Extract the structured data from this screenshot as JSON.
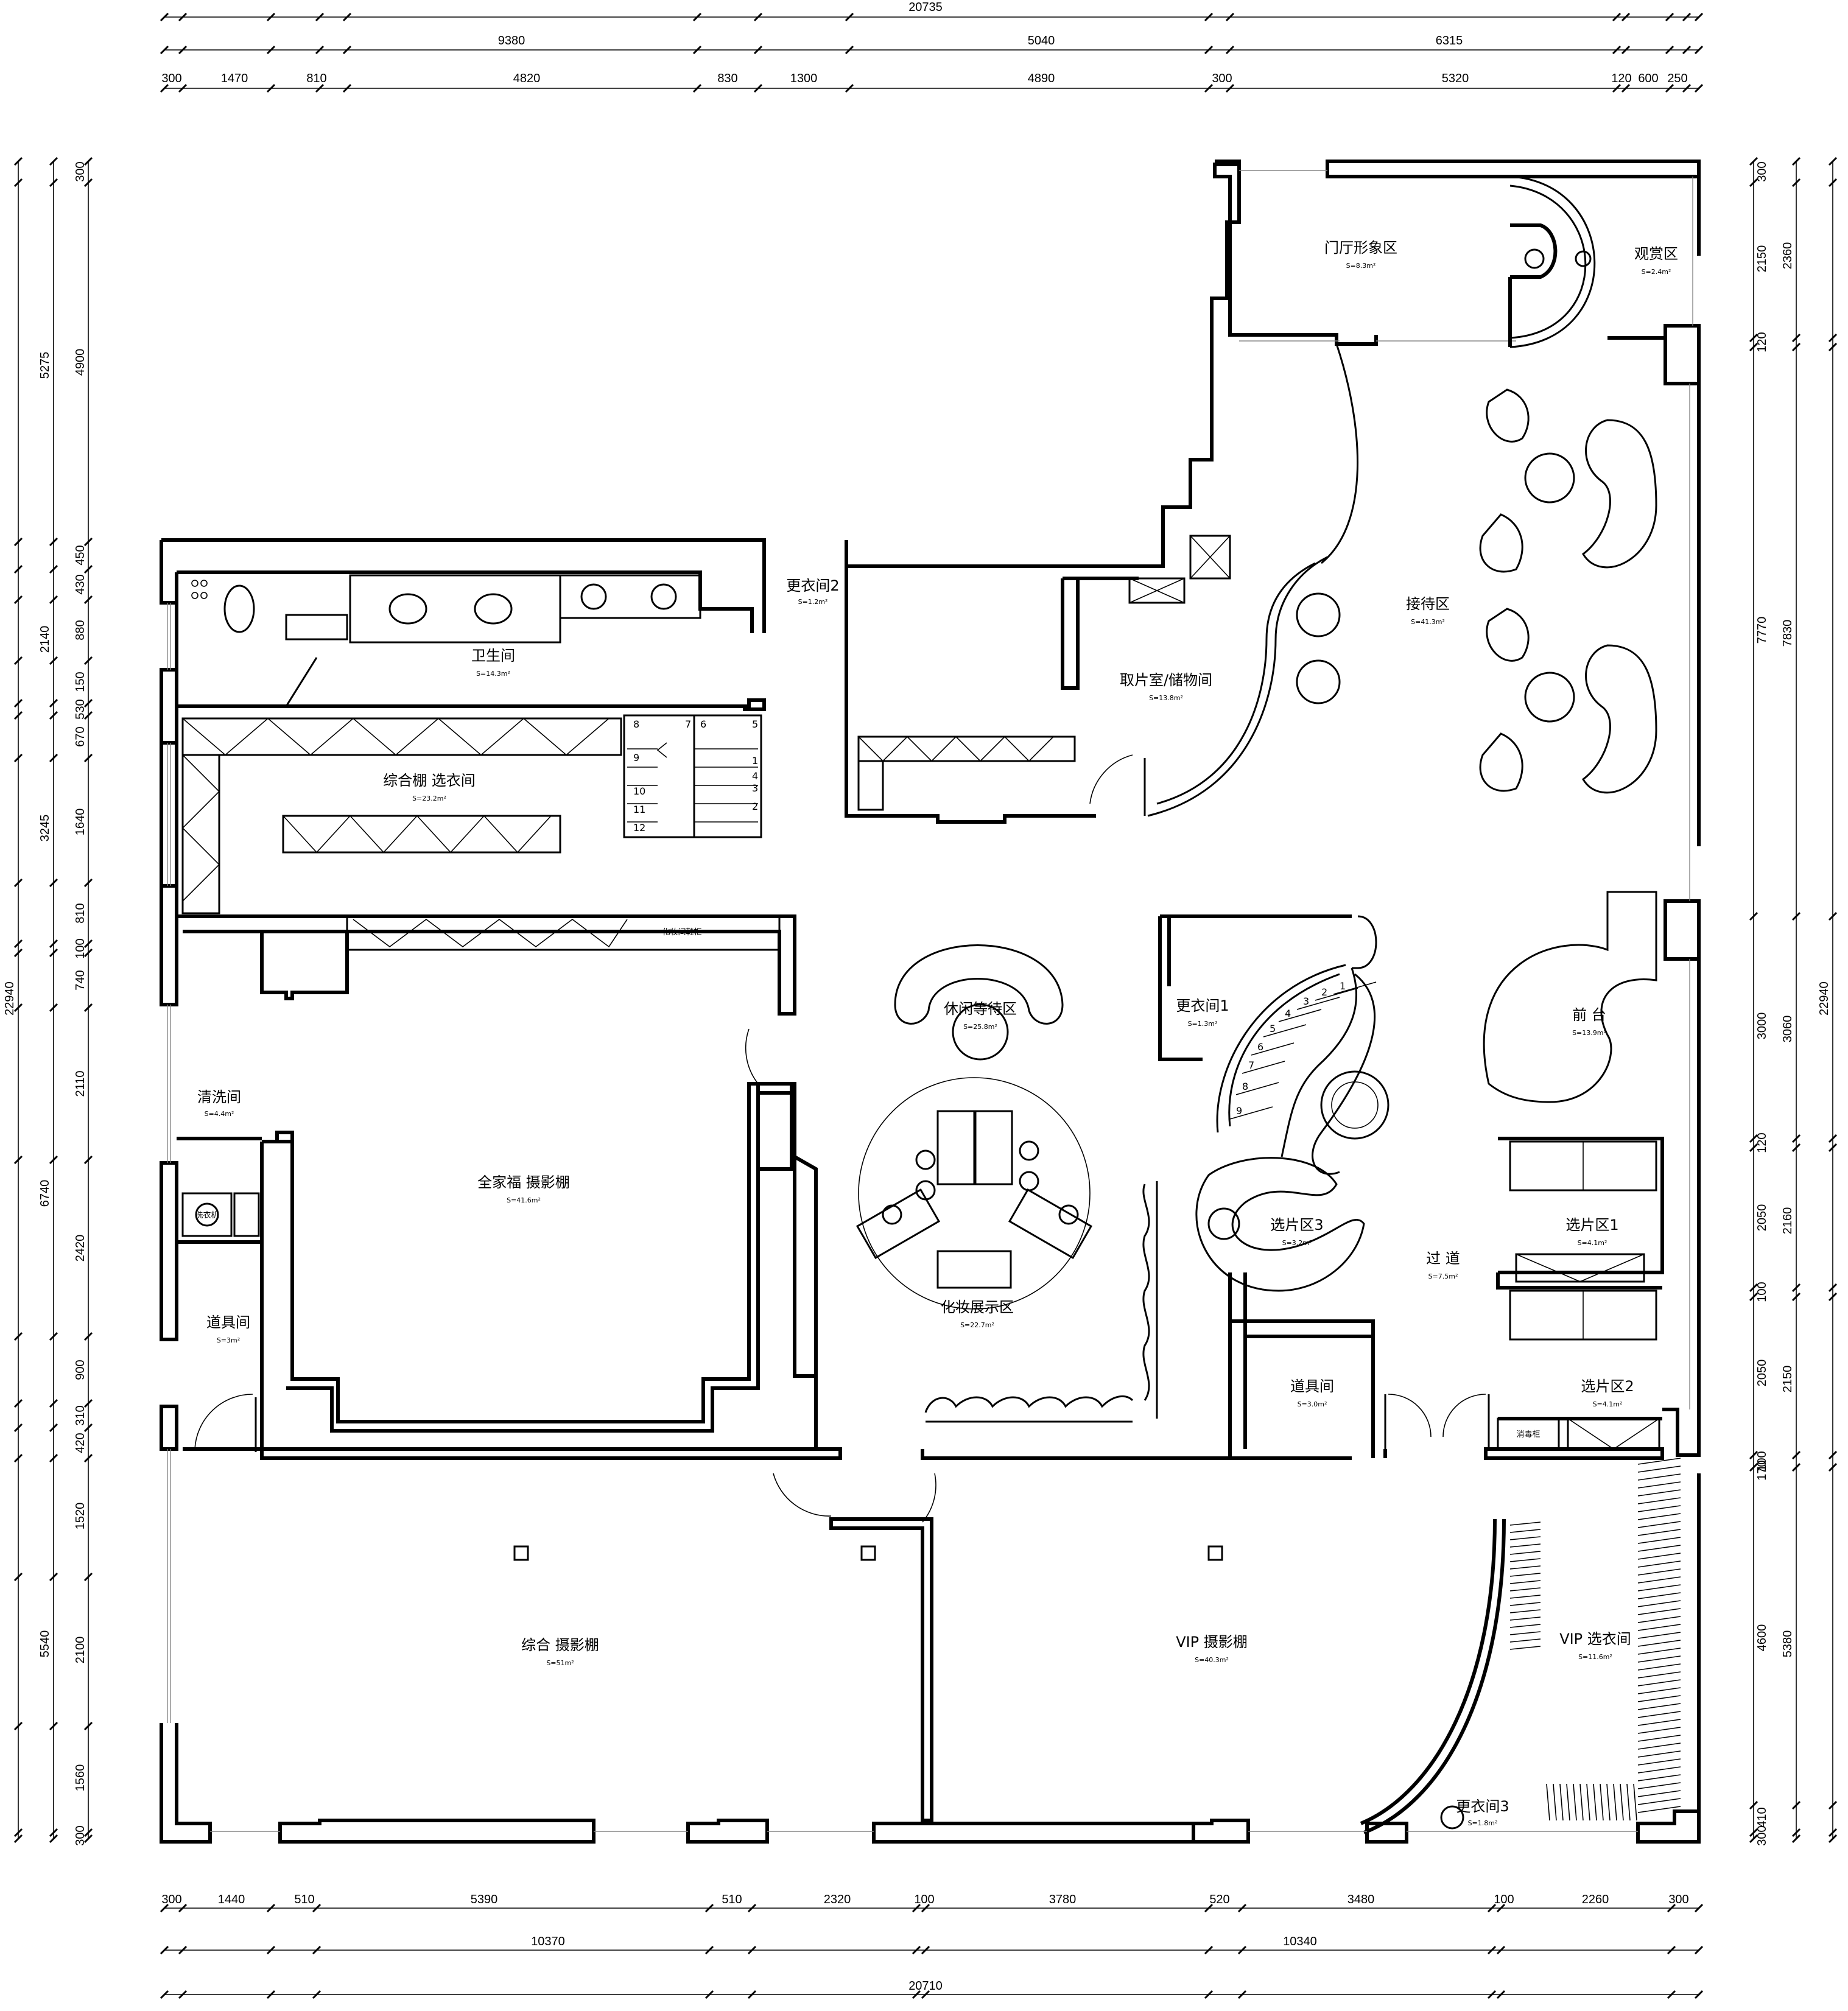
{
  "dimensions": {
    "top_total": "20735",
    "top_major": [
      "9380",
      "5040",
      "6315"
    ],
    "top_minor": [
      "300",
      "1470",
      "810",
      "4820",
      "830",
      "1300",
      "4890",
      "300",
      "5320",
      "120",
      "600",
      "250"
    ],
    "bottom_total": "20710",
    "bottom_major": [
      "10370",
      "10340"
    ],
    "bottom_minor": [
      "300",
      "1440",
      "510",
      "5390",
      "510",
      "2320",
      "100",
      "3780",
      "520",
      "3480",
      "100",
      "2260",
      "300"
    ],
    "left_total": "22940",
    "left_major": [
      "5275",
      "3245",
      "6740",
      "5540"
    ],
    "left_minor": [
      "300",
      "4900",
      "450",
      "430",
      "880",
      "150",
      "530",
      "670",
      "1640",
      "810",
      "100",
      "740",
      "2110",
      "2420",
      "900",
      "310",
      "420",
      "1520",
      "2100",
      "1560",
      "300"
    ],
    "left_extra": [
      "2140"
    ],
    "right_total": "22940",
    "right_major": [
      "2360",
      "7830",
      "3060",
      "2160",
      "2150",
      "5380"
    ],
    "right_minor": [
      "300",
      "2150",
      "120",
      "7770",
      "3000",
      "120",
      "2050",
      "100",
      "2050",
      "100",
      "170",
      "4600",
      "410",
      "300"
    ]
  },
  "rooms": [
    {
      "name": "门厅形象区",
      "area": "S=8.3m²"
    },
    {
      "name": "观赏区",
      "area": "S=2.4m²"
    },
    {
      "name": "接待区",
      "area": "S=41.3m²"
    },
    {
      "name": "更衣间2",
      "area": "S=1.2m²"
    },
    {
      "name": "卫生间",
      "area": "S=14.3m²"
    },
    {
      "name": "取片室/储物间",
      "area": "S=13.8m²"
    },
    {
      "name": "综合棚 选衣间",
      "area": "S=23.2m²"
    },
    {
      "name": "休闲等待区",
      "area": "S=25.8m²"
    },
    {
      "name": "更衣间1",
      "area": "S=1.3m²"
    },
    {
      "name": "前 台",
      "area": "S=13.9m²"
    },
    {
      "name": "清洗间",
      "area": "S=4.4m²"
    },
    {
      "name": "全家福 摄影棚",
      "area": "S=41.6m²"
    },
    {
      "name": "化妆展示区",
      "area": "S=22.7m²"
    },
    {
      "name": "选片区3",
      "area": "S=3.2m²"
    },
    {
      "name": "过 道",
      "area": "S=7.5m²"
    },
    {
      "name": "选片区1",
      "area": "S=4.1m²"
    },
    {
      "name": "道具间",
      "area": "S=3m²"
    },
    {
      "name": "道具间",
      "area": "S=3.0m²"
    },
    {
      "name": "选片区2",
      "area": "S=4.1m²"
    },
    {
      "name": "综合 摄影棚",
      "area": "S=51m²"
    },
    {
      "name": "VIP 摄影棚",
      "area": "S=40.3m²"
    },
    {
      "name": "VIP 选衣间",
      "area": "S=11.6m²"
    },
    {
      "name": "更衣间3",
      "area": "S=1.8m²"
    }
  ],
  "fixture_labels": {
    "shoe_cabinet": "化妆间鞋柜",
    "washer": "洗衣机",
    "disinfect_cabinet": "消毒柜"
  },
  "stair_left_numbers": [
    "1",
    "2",
    "3",
    "4",
    "5",
    "6",
    "7",
    "8",
    "9",
    "10",
    "11",
    "12"
  ],
  "stair_spiral_numbers": [
    "1",
    "2",
    "3",
    "4",
    "5",
    "6",
    "7",
    "8",
    "9"
  ]
}
